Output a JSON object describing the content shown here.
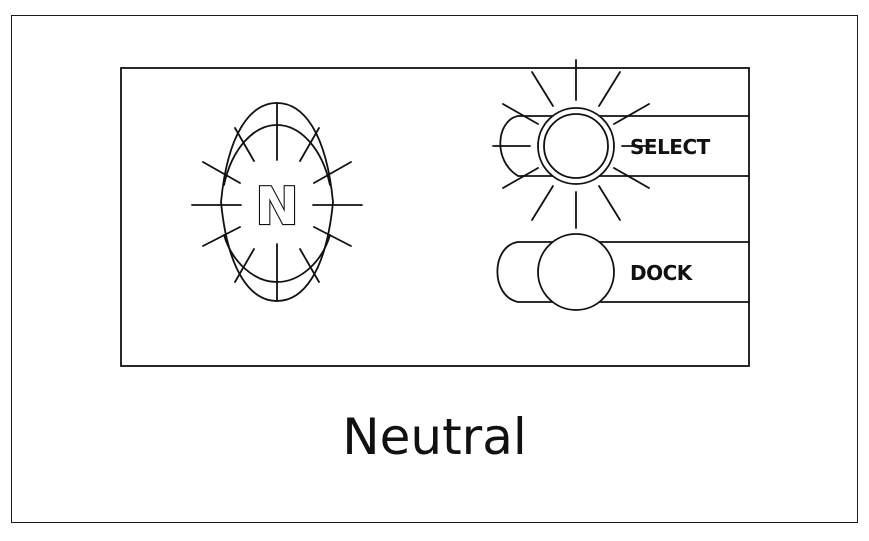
{
  "indicator": {
    "letter": "N"
  },
  "buttons": {
    "select_label": "SELECT",
    "dock_label": "DOCK"
  },
  "caption": "Neutral"
}
